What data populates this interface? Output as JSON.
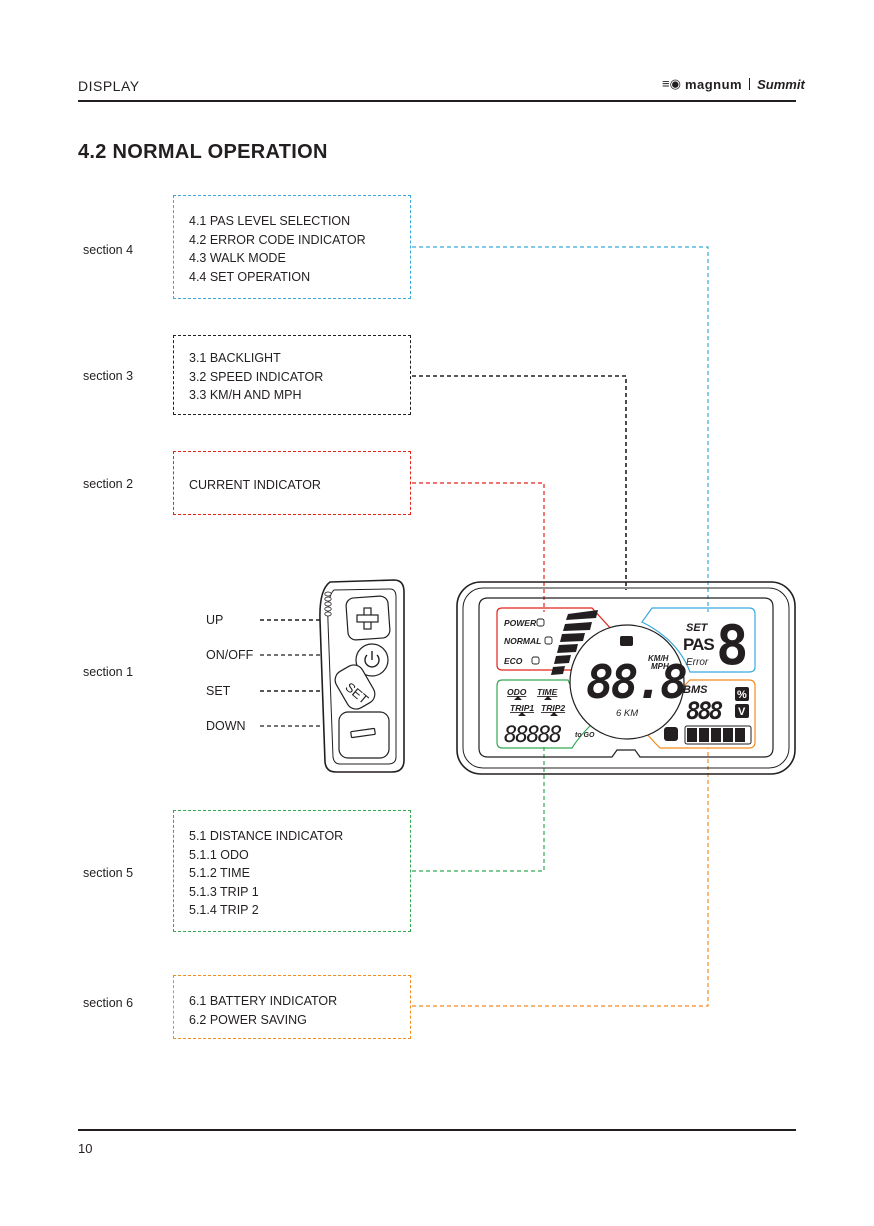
{
  "header": {
    "label": "DISPLAY",
    "logo_brand": "magnum",
    "logo_model": "Summit"
  },
  "heading": "4.2  NORMAL OPERATION",
  "sections": {
    "s4": {
      "label": "section 4",
      "items": [
        "4.1 PAS LEVEL SELECTION",
        "4.2 ERROR CODE INDICATOR",
        "4.3 WALK MODE",
        "4.4 SET OPERATION"
      ]
    },
    "s3": {
      "label": "section 3",
      "items": [
        "3.1 BACKLIGHT",
        "3.2 SPEED INDICATOR",
        "3.3 KM/H AND MPH"
      ]
    },
    "s2": {
      "label": "section 2",
      "items": [
        "CURRENT INDICATOR"
      ]
    },
    "s1": {
      "label": "section 1",
      "buttons": [
        "UP",
        "ON/OFF",
        "SET",
        "DOWN"
      ]
    },
    "s5": {
      "label": "section 5",
      "items": [
        "5.1 DISTANCE INDICATOR",
        "5.1.1 ODO",
        "5.1.2 TIME",
        "5.1.3 TRIP 1",
        "5.1.4 TRIP 2"
      ]
    },
    "s6": {
      "label": "section 6",
      "items": [
        "6.1 BATTERY INDICATOR",
        "6.2 POWER SAVING"
      ]
    }
  },
  "controller": {
    "set": "SET"
  },
  "display": {
    "power": "POWER",
    "normal": "NORMAL",
    "eco": "ECO",
    "speed": "88.8",
    "km_h": "KM/H",
    "mph": "MPH",
    "range": "6 KM",
    "set": "SET",
    "pas": "PAS",
    "error": "Error",
    "pas_digit": "8",
    "odo": "ODO",
    "time": "TIME",
    "trip1": "TRIP1",
    "trip2": "TRIP2",
    "distance": "88888",
    "to_go": "to GO",
    "bms": "BMS",
    "bms_value": "888",
    "percent": "%",
    "volt": "V"
  },
  "colors": {
    "s4": "#39a9dc",
    "s3": "#231f20",
    "s2": "#e2231a",
    "s5": "#34a853",
    "s6": "#f28c1e"
  },
  "page_number": "10"
}
